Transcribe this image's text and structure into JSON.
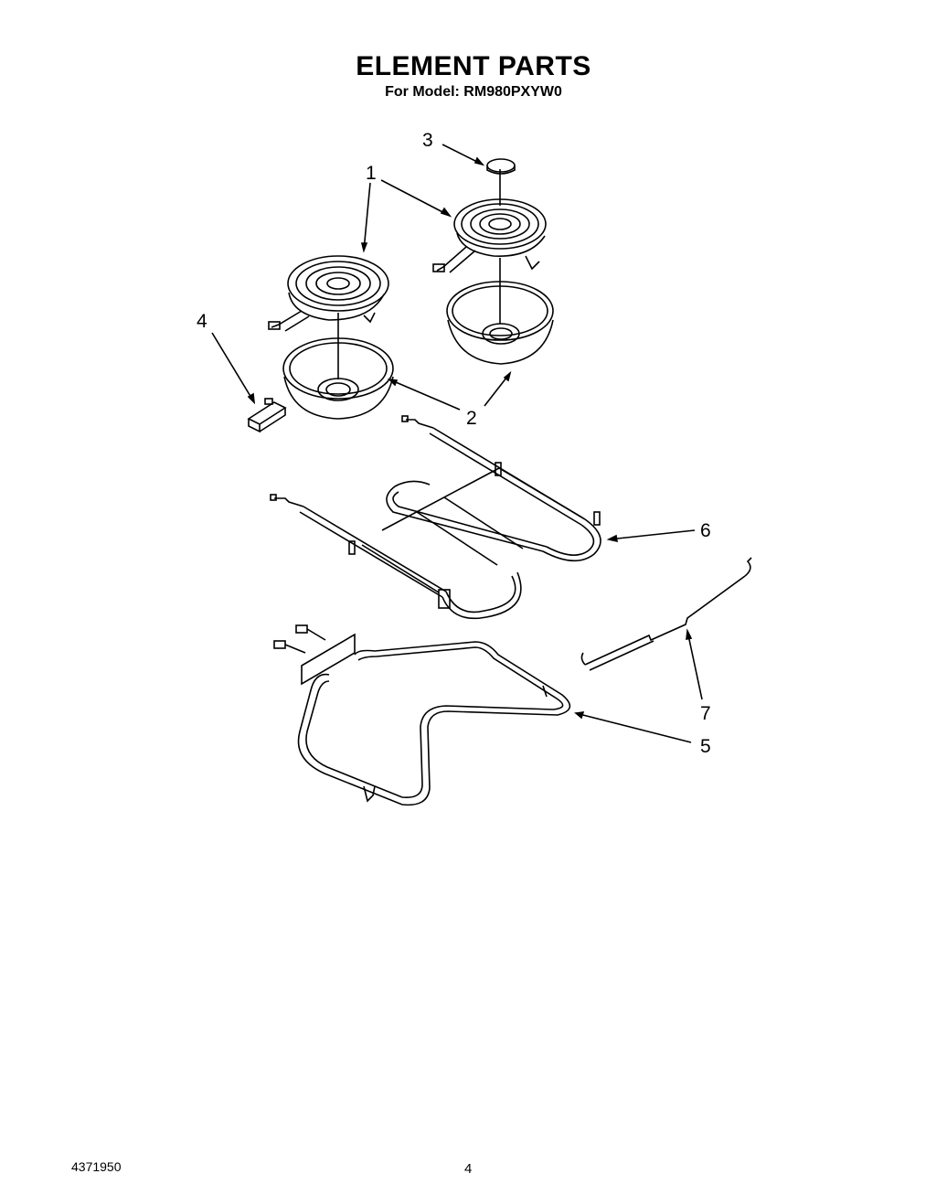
{
  "header": {
    "title": "ELEMENT PARTS",
    "subtitle": "For Model: RM980PXYW0"
  },
  "callouts": [
    {
      "id": "c1",
      "label": "1"
    },
    {
      "id": "c2",
      "label": "2"
    },
    {
      "id": "c3",
      "label": "3"
    },
    {
      "id": "c4",
      "label": "4"
    },
    {
      "id": "c5",
      "label": "5"
    },
    {
      "id": "c6",
      "label": "6"
    },
    {
      "id": "c7",
      "label": "7"
    }
  ],
  "footer": {
    "doc_number": "4371950",
    "page_number": "4"
  }
}
